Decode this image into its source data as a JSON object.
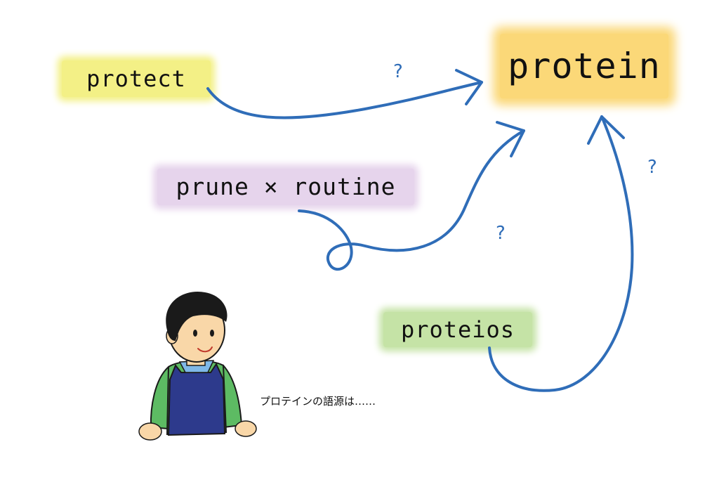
{
  "words": {
    "protect": "protect",
    "prune_routine": "prune × routine",
    "proteios": "proteios",
    "protein": "protein"
  },
  "question_marks": [
    "?",
    "?",
    "?"
  ],
  "caption": "プロテインの語源は……",
  "colors": {
    "arrow": "#2f6db8",
    "protect_highlight": "#f3f086",
    "prune_highlight": "#e6d4ec",
    "proteios_highlight": "#c5e3a6",
    "protein_highlight": "#fbd878",
    "shirt_sleeves": "#5dbb63",
    "apron": "#2d3a8c",
    "skin": "#f9d7a8",
    "hair": "#1a1a1a"
  }
}
